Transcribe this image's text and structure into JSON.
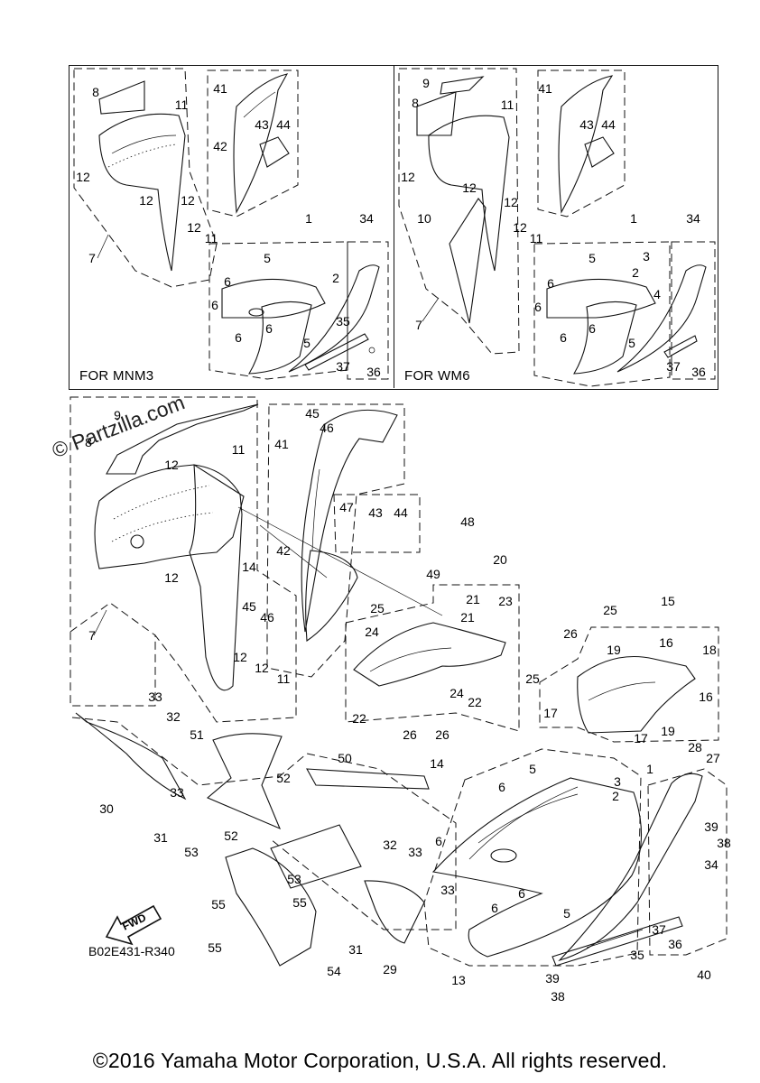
{
  "panels": {
    "mnm3": {
      "label": "FOR MNM3",
      "numbers": [
        "8",
        "11",
        "12",
        "12",
        "12",
        "12",
        "11",
        "7",
        "41",
        "43",
        "44",
        "42",
        "1",
        "34",
        "5",
        "2",
        "6",
        "6",
        "35",
        "6",
        "5",
        "6",
        "37",
        "36"
      ]
    },
    "wm6": {
      "label": "FOR WM6",
      "numbers": [
        "9",
        "8",
        "11",
        "12",
        "12",
        "12",
        "12",
        "11",
        "10",
        "7",
        "41",
        "43",
        "44",
        "1",
        "34",
        "5",
        "3",
        "2",
        "6",
        "4",
        "6",
        "6",
        "6",
        "5",
        "37",
        "36"
      ]
    }
  },
  "main": {
    "numbers": [
      "9",
      "8",
      "11",
      "12",
      "7",
      "12",
      "14",
      "45",
      "46",
      "12",
      "12",
      "11",
      "45",
      "46",
      "41",
      "47",
      "43",
      "44",
      "48",
      "42",
      "49",
      "20",
      "21",
      "23",
      "25",
      "24",
      "21",
      "24",
      "22",
      "25",
      "22",
      "26",
      "26",
      "15",
      "25",
      "26",
      "19",
      "16",
      "18",
      "17",
      "16",
      "19",
      "17",
      "28",
      "27",
      "33",
      "32",
      "30",
      "33",
      "31",
      "53",
      "51",
      "52",
      "52",
      "50",
      "14",
      "5",
      "3",
      "2",
      "1",
      "6",
      "6",
      "39",
      "38",
      "34",
      "32",
      "33",
      "33",
      "31",
      "29",
      "55",
      "53",
      "55",
      "55",
      "54",
      "6",
      "5",
      "6",
      "37",
      "36",
      "40",
      "35",
      "13",
      "39",
      "38"
    ],
    "watermark": "© Partzilla.com",
    "fwd_label": "FWD",
    "catalog_code": "B02E431-R340"
  },
  "copyright": "©2016 Yamaha Motor Corporation, U.S.A. All rights reserved."
}
